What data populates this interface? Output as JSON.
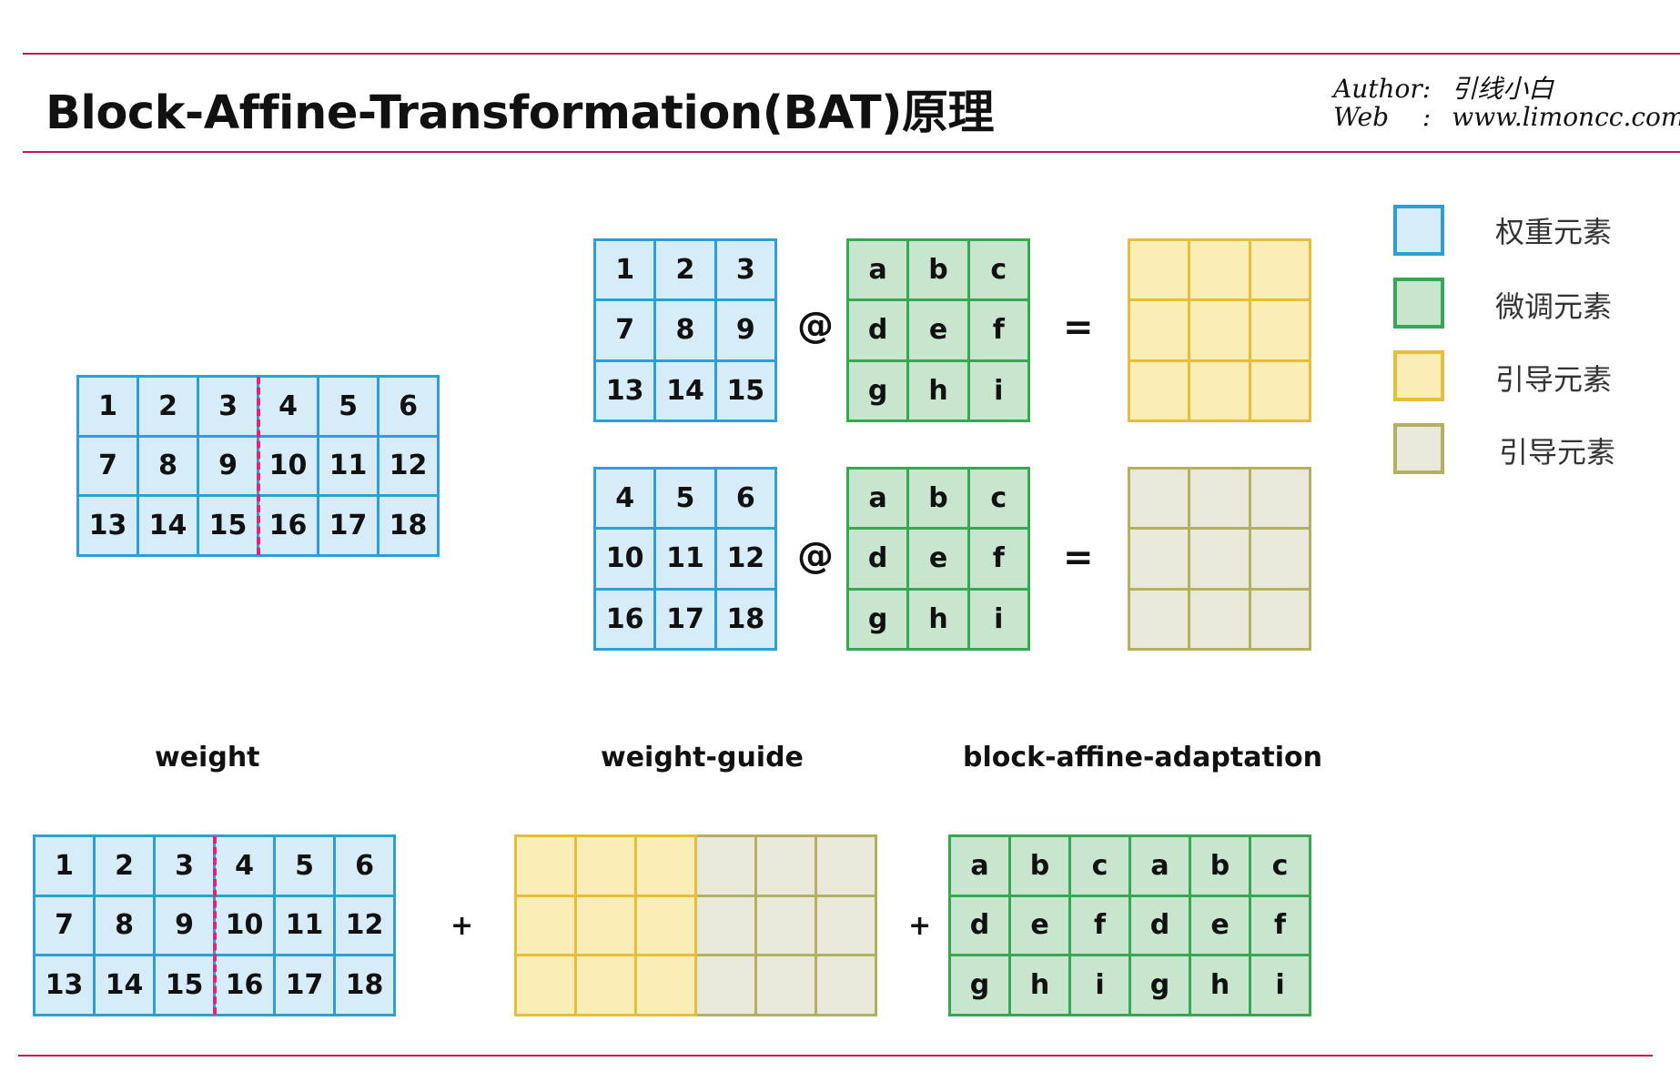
{
  "header": {
    "title": "Block-Affine-Transformation(BAT)原理",
    "author_label": "Author",
    "author_sep": ":",
    "author_value": "引线小白",
    "web_label": "Web",
    "web_sep": ":",
    "web_value": "www.limoncc.com"
  },
  "top": {
    "weight": [
      [
        "1",
        "2",
        "3",
        "4",
        "5",
        "6"
      ],
      [
        "7",
        "8",
        "9",
        "10",
        "11",
        "12"
      ],
      [
        "13",
        "14",
        "15",
        "16",
        "17",
        "18"
      ]
    ],
    "block1": [
      [
        "1",
        "2",
        "3"
      ],
      [
        "7",
        "8",
        "9"
      ],
      [
        "13",
        "14",
        "15"
      ]
    ],
    "block2": [
      [
        "4",
        "5",
        "6"
      ],
      [
        "10",
        "11",
        "12"
      ],
      [
        "16",
        "17",
        "18"
      ]
    ],
    "affine": [
      [
        "a",
        "b",
        "c"
      ],
      [
        "d",
        "e",
        "f"
      ],
      [
        "g",
        "h",
        "i"
      ]
    ],
    "matmul_symbol": "@",
    "equals_symbol": "="
  },
  "bottom": {
    "weight_label": "weight",
    "guide_label": "weight-guide",
    "adapt_label": "block-affine-adaptation",
    "plus_symbol": "+",
    "weight": [
      [
        "1",
        "2",
        "3",
        "4",
        "5",
        "6"
      ],
      [
        "7",
        "8",
        "9",
        "10",
        "11",
        "12"
      ],
      [
        "13",
        "14",
        "15",
        "16",
        "17",
        "18"
      ]
    ],
    "adapt": [
      [
        "a",
        "b",
        "c",
        "a",
        "b",
        "c"
      ],
      [
        "d",
        "e",
        "f",
        "d",
        "e",
        "f"
      ],
      [
        "g",
        "h",
        "i",
        "g",
        "h",
        "i"
      ]
    ]
  },
  "legend": {
    "items": [
      {
        "label": "权重元素",
        "color": "#2d9fd4",
        "fill": "#d6edf9"
      },
      {
        "label": "微调元素",
        "color": "#36a853",
        "fill": "#c7e6cd"
      },
      {
        "label": "引导元素",
        "color": "#e7bd3c",
        "fill": "#fbedb6"
      },
      {
        "label": "引导元素",
        "color": "#b3b15e",
        "fill": "#e8e9da"
      }
    ]
  }
}
